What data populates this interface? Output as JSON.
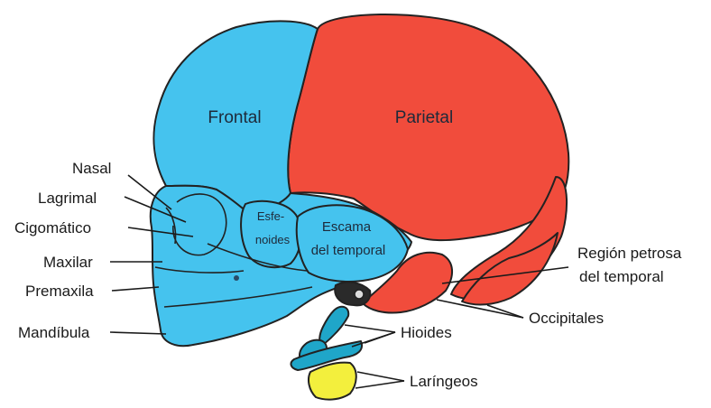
{
  "colors": {
    "blue_bone": "#45c3ee",
    "red_bone": "#f14c3c",
    "teal_bone": "#1fa6c9",
    "yellow_bone": "#f3ef3d",
    "dark": "#2a2a2a"
  },
  "inner_labels": {
    "frontal": "Frontal",
    "parietal": "Parietal",
    "esfenoides_1": "Esfe-",
    "esfenoides_2": "noides",
    "escama_1": "Escama",
    "escama_2": "del temporal"
  },
  "outer_labels": {
    "nasal": "Nasal",
    "lagrimal": "Lagrimal",
    "cigomatico": "Cigomático",
    "maxilar": "Maxilar",
    "premaxila": "Premaxila",
    "mandibula": "Mandíbula",
    "region_petrosa_1": "Región petrosa",
    "region_petrosa_2": "del temporal",
    "occipitales": "Occipitales",
    "hioides": "Hioides",
    "laringeos": "Laríngeos"
  }
}
